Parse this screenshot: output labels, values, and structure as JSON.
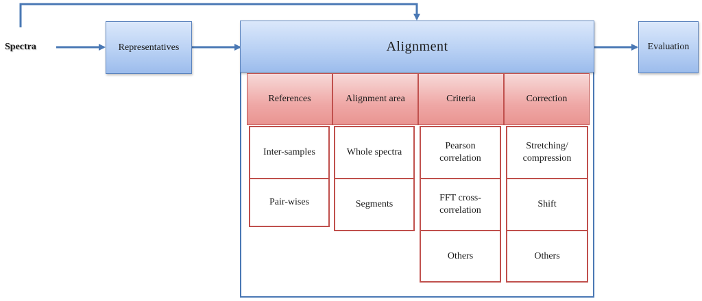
{
  "nodes": {
    "spectra": "Spectra",
    "representatives": "Representatives",
    "alignment": "Alignment",
    "evaluation": "Evaluation"
  },
  "columns": [
    {
      "header": "References",
      "cells": [
        "Inter-samples",
        "Pair-wises"
      ]
    },
    {
      "header": "Alignment area",
      "cells": [
        "Whole spectra",
        "Segments"
      ]
    },
    {
      "header": "Criteria",
      "cells": [
        "Pearson correlation",
        "FFT cross-correlation",
        "Others"
      ]
    },
    {
      "header": "Correction",
      "cells": [
        "Stretching/ compression",
        "Shift",
        "Others"
      ]
    }
  ],
  "colors": {
    "blue_border": "#5b83bd",
    "red_border": "#c0504d",
    "arrow": "#4a78b4"
  }
}
